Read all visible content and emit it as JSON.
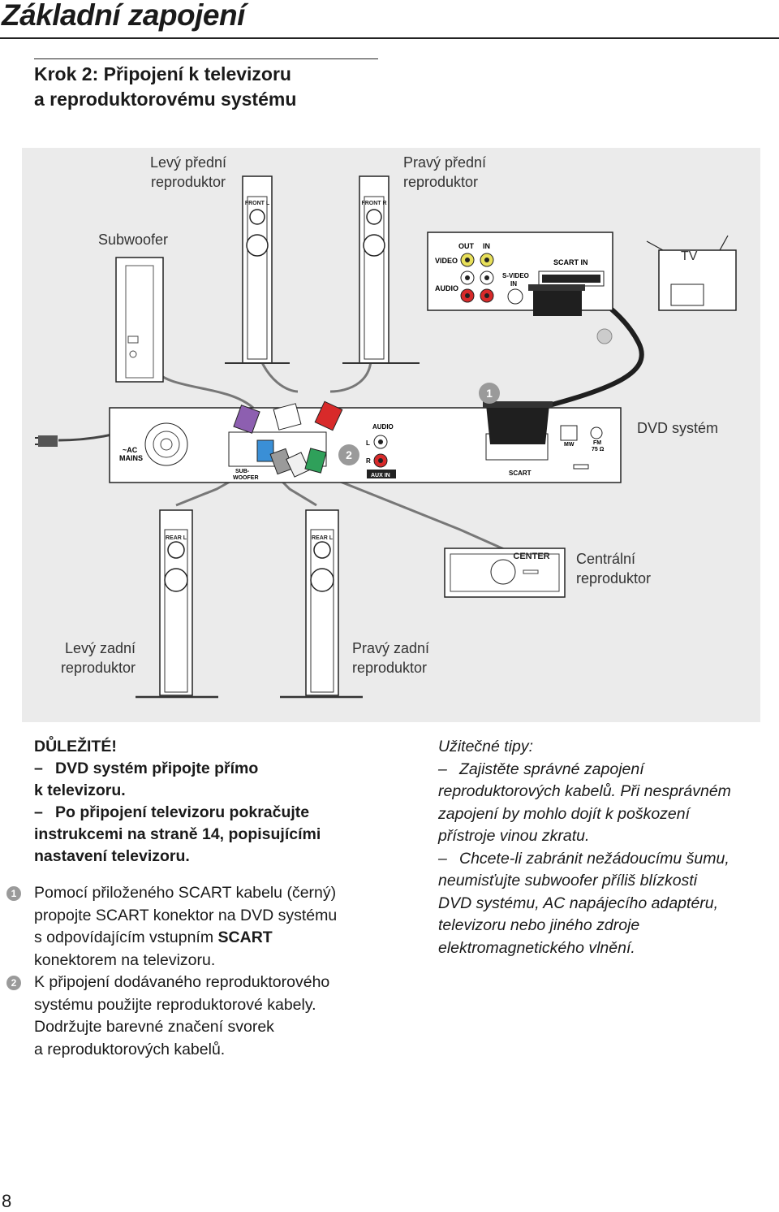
{
  "page": {
    "title": "Základní zapojení",
    "step_heading_line1": "Krok 2: Připojení k televizoru",
    "step_heading_line2": "a reproduktorovému systému",
    "page_number": "8"
  },
  "diagram": {
    "labels": {
      "front_left_1": "Levý přední",
      "front_left_2": "reproduktor",
      "front_right_1": "Pravý přední",
      "front_right_2": "reproduktor",
      "subwoofer": "Subwoofer",
      "tv": "TV",
      "dvd_system": "DVD systém",
      "center_1": "Centrální",
      "center_2": "reproduktor",
      "rear_left_1": "Levý zadní",
      "rear_left_2": "reproduktor",
      "rear_right_1": "Pravý zadní",
      "rear_right_2": "reproduktor"
    },
    "device_text": {
      "front_l": "FRONT L",
      "front_r": "FRONT R",
      "rear_l": "REAR L",
      "rear_r": "REAR L",
      "center": "CENTER",
      "out": "OUT",
      "in": "IN",
      "video": "VIDEO",
      "audio": "AUDIO",
      "s_video_1": "S-VIDEO",
      "s_video_2": "IN",
      "scart_in": "SCART IN",
      "ac_mains_1": "~AC",
      "ac_mains_2": "MAINS",
      "audio_panel": "AUDIO",
      "aux_in": "AUX IN",
      "scart": "SCART",
      "mw": "MW",
      "fm": "FM",
      "fm_ohm": "75 Ω",
      "sub_1": "SUB-",
      "sub_2": "WOOFER",
      "l_in": "L",
      "r_in": "R",
      "callout_1": "1",
      "callout_2": "2"
    }
  },
  "important": {
    "heading": "DŮLEŽITÉ!",
    "items": [
      [
        "DVD systém připojte přímo",
        "k televizoru."
      ],
      [
        "Po připojení televizoru pokračujte",
        "instrukcemi na straně 14, popisujícími",
        "nastavení televizoru."
      ]
    ],
    "dash": "–"
  },
  "steps": [
    {
      "num": "1",
      "lines": [
        "Pomocí přiloženého SCART kabelu (černý)",
        "propojte SCART konektor na DVD systému"
      ],
      "line3_pre": "s odpovídajícím vstupním ",
      "line3_bold": "SCART",
      "line4": "konektorem na televizoru."
    },
    {
      "num": "2",
      "lines": [
        "K připojení dodávaného reproduktorového",
        "systému použijte reproduktorové kabely.",
        "Dodržujte barevné značení svorek",
        "a reproduktorových kabelů."
      ]
    }
  ],
  "tips": {
    "heading": "Užitečné tipy:",
    "dash": "–",
    "items": [
      [
        "Zajistěte správné zapojení",
        "reproduktorových kabelů. Při nesprávném",
        "zapojení by mohlo dojít k poškození",
        "přístroje vinou zkratu."
      ],
      [
        "Chcete-li zabránit nežádoucímu šumu,",
        "neumisťujte subwoofer příliš blízkosti",
        "DVD systému, AC napájecího adaptéru,",
        "televizoru nebo jiného zdroje",
        "elektromagnetického vlnění."
      ]
    ]
  },
  "colors": {
    "diagram_bg": "#ebebeb",
    "cable_purple": "#8d5fb0",
    "cable_red": "#d82a2a",
    "cable_blue": "#3a8fd6",
    "cable_green": "#2fa05a",
    "cable_gray": "#9a9a9a",
    "cable_white": "#ffffff"
  }
}
